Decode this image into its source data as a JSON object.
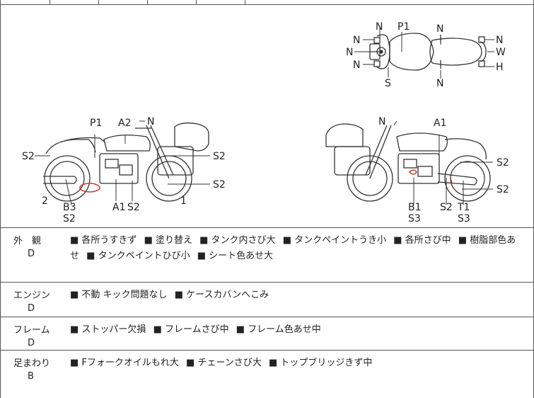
{
  "diagram": {
    "top_view": {
      "labels": [
        "N",
        "P1",
        "N",
        "N",
        "N",
        "N",
        "S",
        "N",
        "N",
        "W",
        "H"
      ]
    },
    "left_view": {
      "labels": [
        "P1",
        "A2",
        "N",
        "S2",
        "S2",
        "S2",
        "2",
        "1",
        "B3",
        "S2",
        "A1",
        "S2"
      ]
    },
    "right_view": {
      "labels": [
        "N",
        "A1",
        "S2",
        "S2",
        "B1",
        "S3",
        "S2",
        "T1",
        "S3"
      ]
    }
  },
  "conditions": [
    {
      "label": "外　観",
      "grade": "D",
      "items": [
        "■ 各所うすきず",
        "■ 塗り替え",
        "■ タンク内さび大",
        "■ タンクペイントうき小",
        "■ 各所さび中",
        "■ 樹脂部色あせ",
        "■ タンクペイントひび小",
        "■ シート色あせ大"
      ]
    },
    {
      "label": "エンジン",
      "grade": "D",
      "items": [
        "■ 不動 キック問題なし",
        "■ ケースカバンへこみ"
      ]
    },
    {
      "label": "フレーム",
      "grade": "D",
      "items": [
        "■ ストッパー欠損",
        "■ フレームさび中",
        "■ フレーム色あせ中"
      ]
    },
    {
      "label": "足まわり",
      "grade": "B",
      "items": [
        "■ Fフォークオイルもれ大",
        "■ チェーンさび大",
        "■ トップブリッジきず中"
      ]
    }
  ]
}
